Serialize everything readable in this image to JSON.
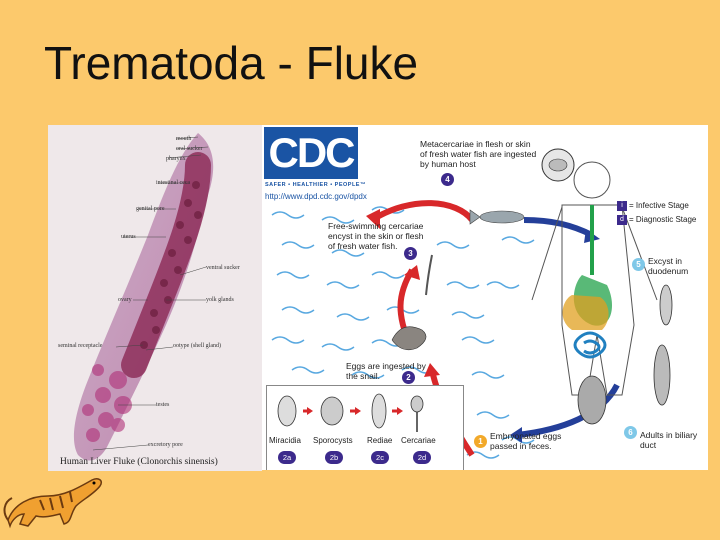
{
  "slide": {
    "title": "Trematoda - Fluke"
  },
  "fluke_image": {
    "caption": "Human Liver Fluke (Clonorchis sinensis)",
    "labels": {
      "oral_sucker": "oral sucker",
      "pharynx": "pharynx",
      "intestinal_ceca": "intestinal ceca",
      "genital_pore": "genital pore",
      "uterus": "uterus",
      "ventral_sucker": "ventral sucker",
      "ovary": "ovary",
      "yolk_glands": "yolk glands",
      "seminal_receptacle": "seminal receptacle",
      "ootype": "ootype (shell gland)",
      "testes": "testes",
      "excretory_pore": "excretory pore",
      "mouth": "mouth"
    }
  },
  "cdc": {
    "logo": "CDC",
    "tagline": "SAFER • HEALTHIER • PEOPLE™",
    "url": "http://www.dpd.cdc.gov/dpdx",
    "legend": {
      "infective_symbol": "i",
      "infective_label": "= Infective Stage",
      "diagnostic_symbol": "d",
      "diagnostic_label": "= Diagnostic Stage"
    },
    "steps": {
      "step1": {
        "number": "1",
        "text": "Embryonated eggs passed in feces."
      },
      "step2": {
        "number": "2",
        "text": "Eggs are ingested by the snail."
      },
      "step3": {
        "number": "3",
        "text": "Free-swimming cercariae encyst in the skin or flesh of fresh water fish."
      },
      "step4": {
        "number": "4",
        "text": "Metacercariae in flesh or skin of fresh water fish are ingested by human host"
      },
      "step5": {
        "number": "5",
        "text": "Excyst in duodenum"
      },
      "step6": {
        "number": "6",
        "text": "Adults in biliary duct"
      }
    },
    "snail_stages": [
      {
        "label": "Miracidia",
        "badge": "2a"
      },
      {
        "label": "Sporocysts",
        "badge": "2b"
      },
      {
        "label": "Rediae",
        "badge": "2c"
      },
      {
        "label": "Cercariae",
        "badge": "2d"
      }
    ],
    "colors": {
      "arrow_red": "#d8282a",
      "arrow_blue": "#243f99",
      "water": "#58a8e0",
      "badge": "#3c2a8c"
    }
  }
}
